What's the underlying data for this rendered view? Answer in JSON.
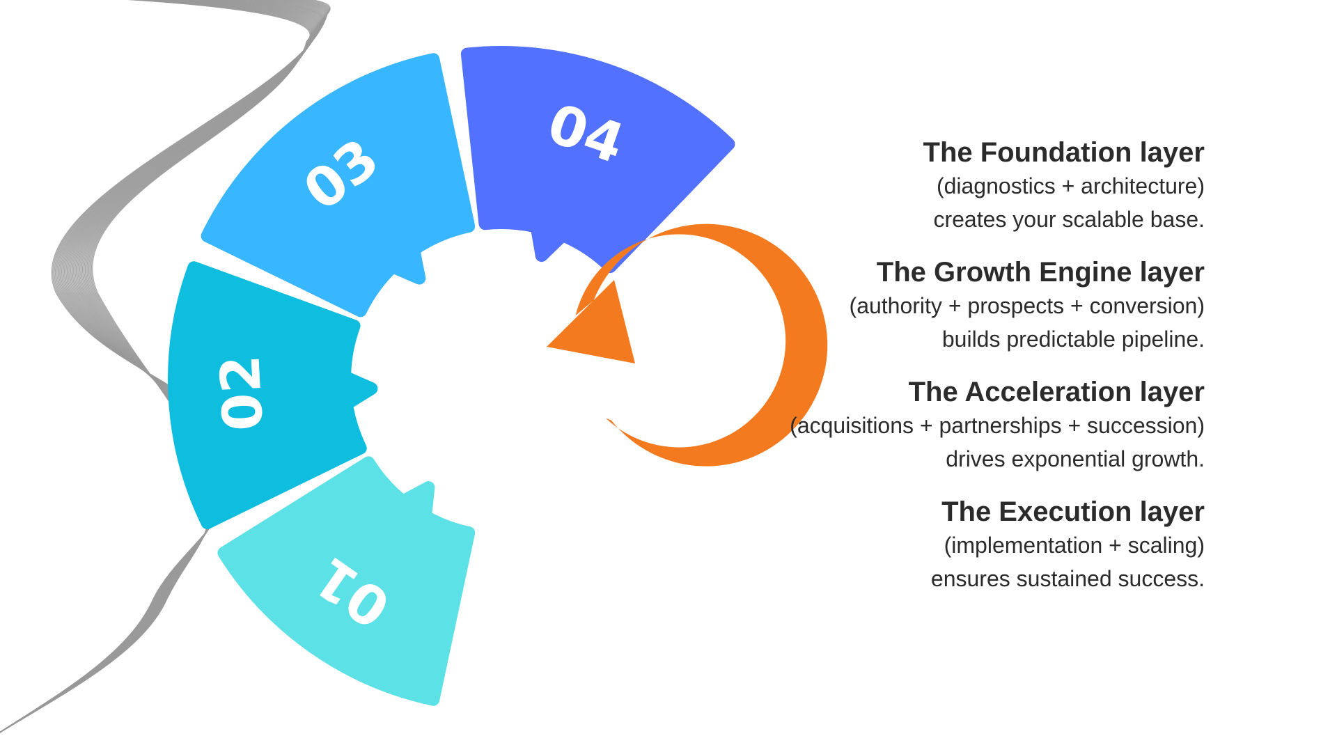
{
  "segments": [
    {
      "number": "01",
      "color": "#5ce1e6"
    },
    {
      "number": "02",
      "color": "#0fbedf"
    },
    {
      "number": "03",
      "color": "#38b6ff"
    },
    {
      "number": "04",
      "color": "#5271ff"
    }
  ],
  "arrow": {
    "color": "#f47a20",
    "icon": "circular-arrow-icon"
  },
  "wave": {
    "color": "#9a9a9a",
    "icon": "wave-lines"
  },
  "layers": [
    {
      "title": "The Foundation layer",
      "description": "(diagnostics + architecture)",
      "summary": "creates your scalable base."
    },
    {
      "title": "The Growth Engine layer",
      "description": "(authority + prospects + conversion)",
      "summary": "builds predictable pipeline."
    },
    {
      "title": "The Acceleration layer",
      "description": "(acquisitions + partnerships + succession)",
      "summary": "drives exponential growth."
    },
    {
      "title": "The Execution layer",
      "description": "(implementation + scaling)",
      "summary": "ensures sustained success."
    }
  ]
}
